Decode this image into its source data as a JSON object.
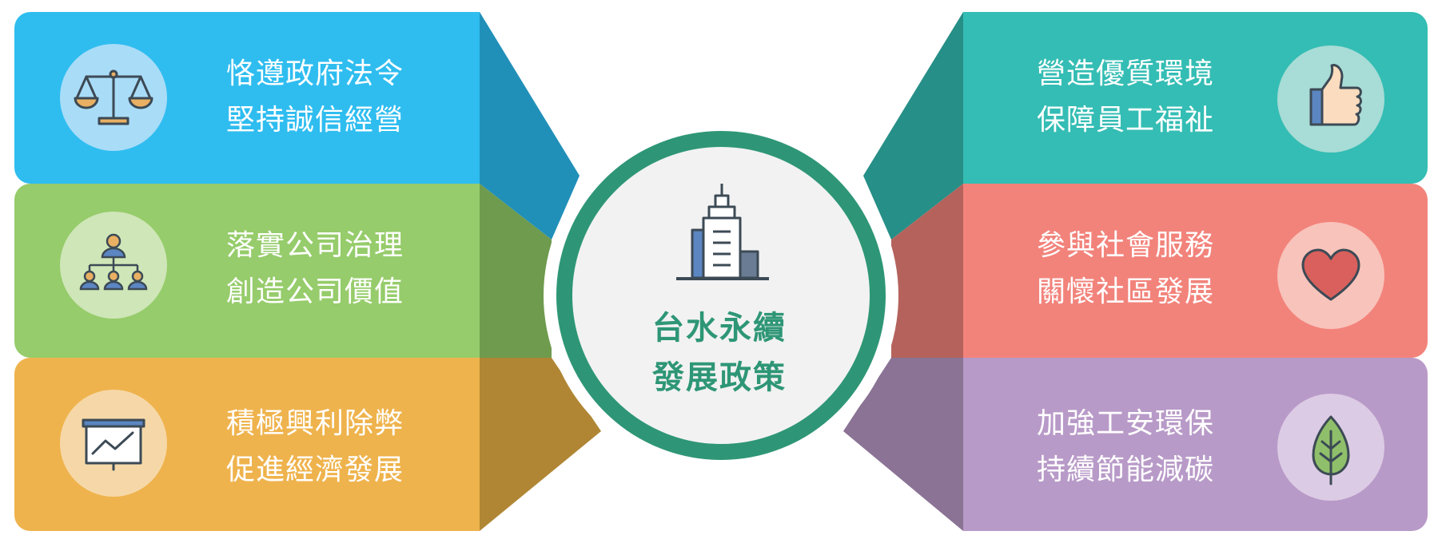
{
  "center": {
    "line1": "台水永續",
    "line2": "發展政策",
    "icon": "building-icon",
    "ring_color": "#2e9676"
  },
  "items": [
    {
      "line1": "恪遵政府法令",
      "line2": "堅持誠信經營",
      "icon": "scales-icon",
      "color": "#2fbdf0"
    },
    {
      "line1": "落實公司治理",
      "line2": "創造公司價值",
      "icon": "org-chart-icon",
      "color": "#96cc6b"
    },
    {
      "line1": "積極興利除弊",
      "line2": "促進經濟發展",
      "icon": "presentation-chart-icon",
      "color": "#efb34d"
    },
    {
      "line1": "營造優質環境",
      "line2": "保障員工福祉",
      "icon": "thumbs-up-icon",
      "color": "#34bdb4"
    },
    {
      "line1": "參與社會服務",
      "line2": "關懷社區發展",
      "icon": "heart-icon",
      "color": "#f2837b"
    },
    {
      "line1": "加強工安環保",
      "line2": "持續節能減碳",
      "icon": "leaf-icon",
      "color": "#b89ac8"
    }
  ]
}
